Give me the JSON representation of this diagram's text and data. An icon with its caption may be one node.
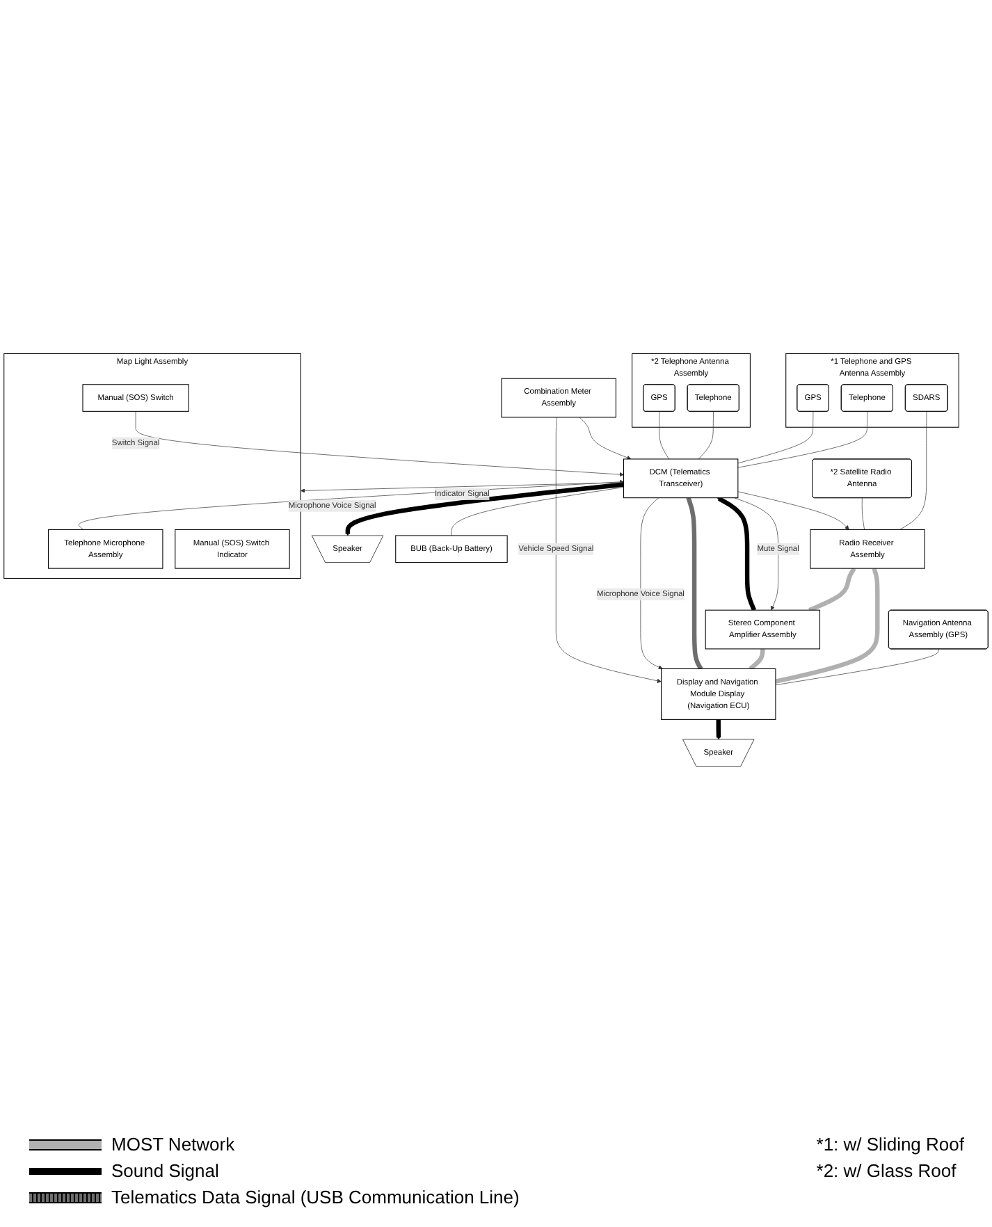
{
  "diagram": {
    "nodes": [
      {
        "text": [
          "*1 Telephone and GPS Antenna Assembly"
        ]
      },
      {
        "text": [
          "Telephone"
        ],
        "in": 0
      },
      {
        "text": [
          "GPS"
        ],
        "in": 0
      },
      {
        "text": [
          "SDARS"
        ],
        "in": 0
      },
      {
        "text": [
          "Navigation Antenna Assembly (GPS)"
        ]
      },
      {
        "text": [
          "*2 Satellite Radio Antenna"
        ]
      },
      {
        "text": [
          "Radio Receiver Assembly"
        ]
      },
      {
        "text": [
          "*2 Telephone Antenna Assembly"
        ]
      },
      {
        "text": [
          "Telephone"
        ],
        "in": 7
      },
      {
        "text": [
          "GPS"
        ],
        "in": 7
      },
      {
        "text": [
          "Stereo Component Amplifier Assembly"
        ]
      },
      {
        "text": [
          "Speaker"
        ]
      },
      {
        "text": [
          "Display and Navigation Module Display (Navigation ECU)"
        ]
      },
      {
        "text": [
          "DCM (Telematics Transceiver)"
        ]
      },
      {
        "text": [
          "Map Light Assembly"
        ]
      },
      {
        "text": [
          "Telephone Microphone Assembly"
        ],
        "in": 14
      },
      {
        "text": [
          "Manual (SOS) Switch"
        ],
        "in": 14
      },
      {
        "text": [
          "Manual (SOS) Switch Indicator"
        ],
        "in": 14
      },
      {
        "text": [
          "Speaker"
        ]
      },
      {
        "text": [
          "BUB (Back-Up Battery)"
        ]
      },
      {
        "text": [
          "Combination Meter Assembly"
        ]
      }
    ],
    "edges": [
      {
        "from": 1,
        "to": 13,
        "arrow": "none"
      },
      {
        "from": 2,
        "to": 13,
        "arrow": "none"
      },
      {
        "from": 3,
        "to": 6,
        "arrow": "none"
      },
      {
        "from": 4,
        "to": 12,
        "arrow": "none"
      },
      {
        "from": 5,
        "to": 6,
        "arrow": "none"
      },
      {
        "from": 8,
        "to": 13,
        "arrow": "none"
      },
      {
        "from": 9,
        "to": 13,
        "arrow": "none"
      },
      {
        "from": 6,
        "to": 12,
        "arrow": "none",
        "style": "thick",
        "color": "#b0b0b0"
      },
      {
        "from": 6,
        "to": 10,
        "arrow": "none",
        "style": "thick",
        "color": "#b0b0b0"
      },
      {
        "from": 10,
        "to": 12,
        "arrow": "none",
        "style": "thick",
        "color": "#b0b0b0"
      },
      {
        "from": 10,
        "to": 13,
        "arrow": "to",
        "style": "thick",
        "color": "#000000"
      },
      {
        "from": 13,
        "to": 11,
        "arrow": "to",
        "style": "thick",
        "color": "#000000"
      },
      {
        "from": 13,
        "to": 10,
        "label": "Mute Signal",
        "arrow": "to"
      },
      {
        "from": 13,
        "to": 12,
        "arrow": "none",
        "style": "thick",
        "color": "#6e6e6e"
      },
      {
        "from": 13,
        "to": 12,
        "label": "Microphone Voice Signal",
        "arrow": "to"
      },
      {
        "from": 13,
        "to": 6,
        "arrow": "to"
      },
      {
        "from": 15,
        "to": 13,
        "label": "Microphone Voice Signal",
        "arrow": "to"
      },
      {
        "from": 16,
        "to": 13,
        "label": "Switch Signal",
        "arrow": "to"
      },
      {
        "from": 13,
        "to": 14,
        "label": "Indicator Signal",
        "arrow": "to"
      },
      {
        "from": 12,
        "to": 18,
        "arrow": "to",
        "style": "thick",
        "color": "#000000"
      },
      {
        "from": 13,
        "to": 19,
        "arrow": "none"
      },
      {
        "from": 20,
        "to": 13,
        "arrow": "to"
      },
      {
        "from": 20,
        "to": 12,
        "label": "Vehicle Speed Signal",
        "arrow": "to"
      }
    ],
    "labels": [
      "*1: w/ Sliding Roof",
      "*2: w/ Glass Roof"
    ],
    "legend": [
      {
        "text": "MOST Network"
      },
      {
        "text": "Sound Signal"
      },
      {
        "text": "Telematics Data Signal (USB Communication Line)"
      }
    ]
  }
}
